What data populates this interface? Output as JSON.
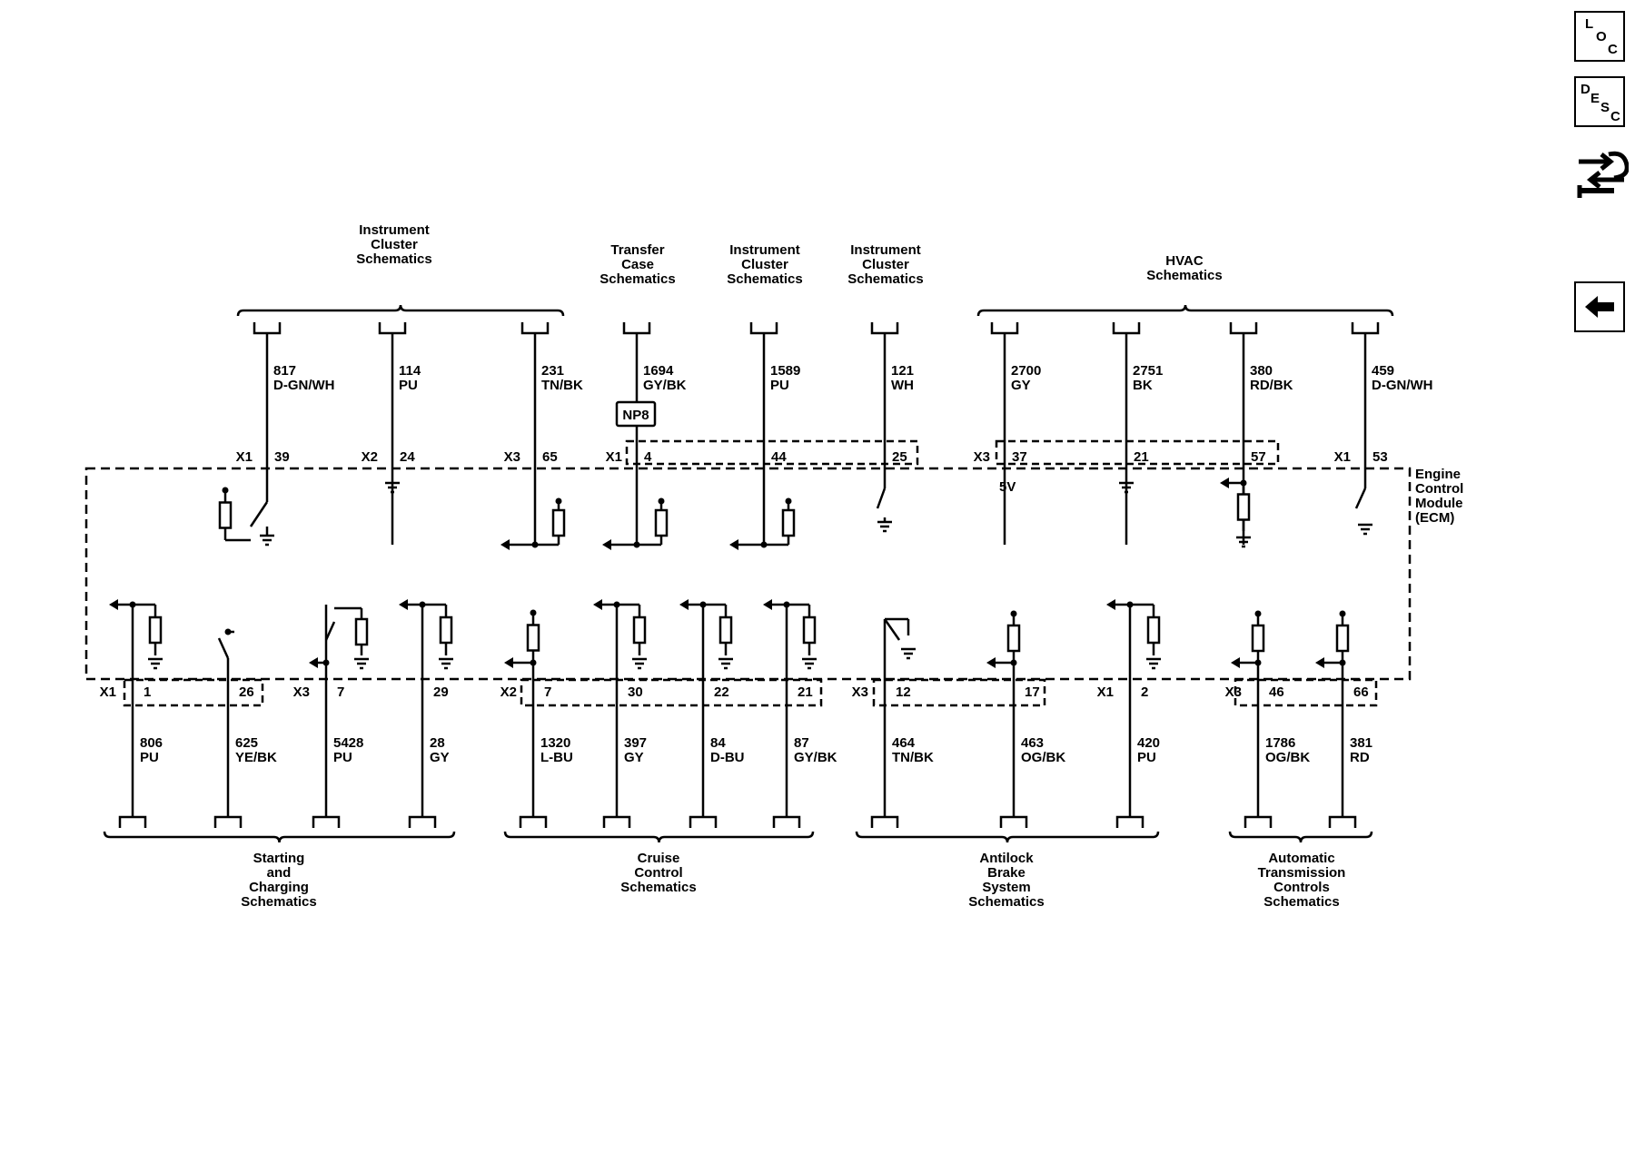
{
  "sidebar": {
    "loc": {
      "c1": "L",
      "c2": "O",
      "c3": "C"
    },
    "desc": {
      "c1": "D",
      "c2": "E",
      "c3": "S",
      "c4": "C"
    },
    "connector_icon": "connector-end-view-icon",
    "back_icon": "back-arrow-icon"
  },
  "module": {
    "l1": "Engine",
    "l2": "Control",
    "l3": "Module",
    "l4": "(ECM)"
  },
  "top_groups": [
    {
      "lines": [
        "Instrument",
        "Cluster",
        "Schematics"
      ]
    },
    {
      "lines": [
        "Transfer",
        "Case",
        "Schematics"
      ]
    },
    {
      "lines": [
        "Instrument",
        "Cluster",
        "Schematics"
      ]
    },
    {
      "lines": [
        "Instrument",
        "Cluster",
        "Schematics"
      ]
    },
    {
      "lines": [
        "HVAC",
        "Schematics"
      ]
    }
  ],
  "bottom_groups": [
    {
      "lines": [
        "Starting",
        "and",
        "Charging",
        "Schematics"
      ]
    },
    {
      "lines": [
        "Cruise",
        "Control",
        "Schematics"
      ]
    },
    {
      "lines": [
        "Antilock",
        "Brake",
        "System",
        "Schematics"
      ]
    },
    {
      "lines": [
        "Automatic",
        "Transmission",
        "Controls",
        "Schematics"
      ]
    }
  ],
  "top_circuits": [
    {
      "circuit": "817",
      "color": "D-GN/WH",
      "connector": "X1",
      "pin": "39"
    },
    {
      "circuit": "114",
      "color": "PU",
      "connector": "X2",
      "pin": "24"
    },
    {
      "circuit": "231",
      "color": "TN/BK",
      "connector": "X3",
      "pin": "65"
    },
    {
      "circuit": "1694",
      "color": "GY/BK",
      "connector": "X1",
      "pin": "4"
    },
    {
      "circuit": "1589",
      "color": "PU",
      "connector": "",
      "pin": "44"
    },
    {
      "circuit": "121",
      "color": "WH",
      "connector": "",
      "pin": "25"
    },
    {
      "circuit": "2700",
      "color": "GY",
      "connector": "X3",
      "pin": "37"
    },
    {
      "circuit": "2751",
      "color": "BK",
      "connector": "",
      "pin": "21"
    },
    {
      "circuit": "380",
      "color": "RD/BK",
      "connector": "",
      "pin": "57"
    },
    {
      "circuit": "459",
      "color": "D-GN/WH",
      "connector": "X1",
      "pin": "53"
    }
  ],
  "splice_label": "NP8",
  "voltage_label": "5V",
  "bottom_circuits": [
    {
      "circuit": "806",
      "color": "PU",
      "connector": "X1",
      "pin": "1"
    },
    {
      "circuit": "625",
      "color": "YE/BK",
      "connector": "",
      "pin": "26"
    },
    {
      "circuit": "5428",
      "color": "PU",
      "connector": "X3",
      "pin": "7"
    },
    {
      "circuit": "28",
      "color": "GY",
      "connector": "",
      "pin": "29"
    },
    {
      "circuit": "1320",
      "color": "L-BU",
      "connector": "X2",
      "pin": "7"
    },
    {
      "circuit": "397",
      "color": "GY",
      "connector": "",
      "pin": "30"
    },
    {
      "circuit": "84",
      "color": "D-BU",
      "connector": "",
      "pin": "22"
    },
    {
      "circuit": "87",
      "color": "GY/BK",
      "connector": "",
      "pin": "21"
    },
    {
      "circuit": "464",
      "color": "TN/BK",
      "connector": "X3",
      "pin": "12"
    },
    {
      "circuit": "463",
      "color": "OG/BK",
      "connector": "",
      "pin": "17"
    },
    {
      "circuit": "420",
      "color": "PU",
      "connector": "X1",
      "pin": "2"
    },
    {
      "circuit": "1786",
      "color": "OG/BK",
      "connector": "X3",
      "pin": "46"
    },
    {
      "circuit": "381",
      "color": "RD",
      "connector": "",
      "pin": "66"
    }
  ],
  "colors": {
    "ink": "#000000",
    "background": "#ffffff"
  }
}
